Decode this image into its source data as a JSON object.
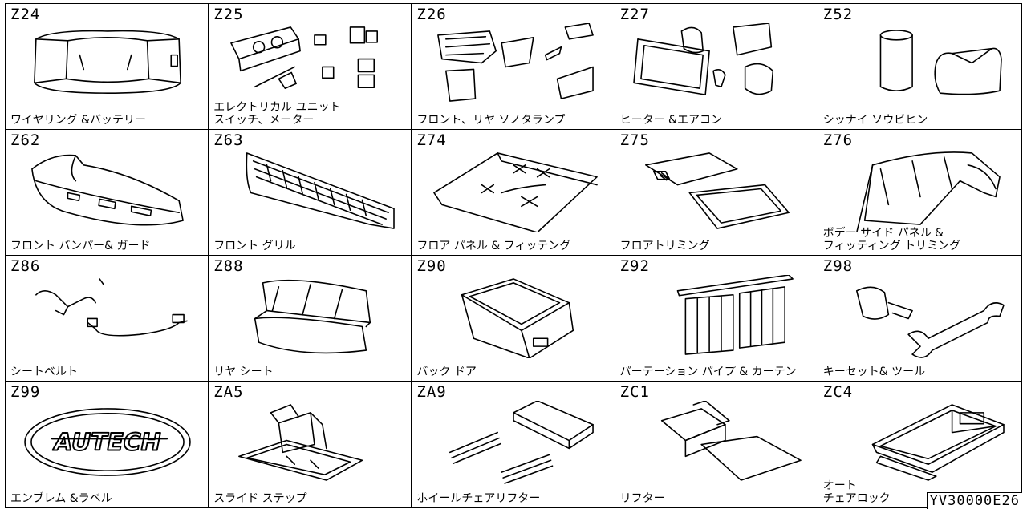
{
  "cells": [
    {
      "code": "Z24",
      "label": "ワイヤリング &バッテリー",
      "icon": "car-wiring-outline-icon"
    },
    {
      "code": "Z25",
      "label": "エレクトリカル ユニット\nスイッチ、メーター",
      "icon": "switches-meter-icon"
    },
    {
      "code": "Z26",
      "label": "フロント、リヤ ソノタランプ",
      "icon": "lamps-icon"
    },
    {
      "code": "Z27",
      "label": "ヒーター &エアコン",
      "icon": "heater-aircon-icon"
    },
    {
      "code": "Z52",
      "label": "シッナイ ソウビヒン",
      "icon": "interior-equipment-icon"
    },
    {
      "code": "Z62",
      "label": "フロント バンパー& ガード",
      "icon": "front-bumper-icon"
    },
    {
      "code": "Z63",
      "label": "フロント グリル",
      "icon": "front-grille-icon"
    },
    {
      "code": "Z74",
      "label": "フロア パネル & フィッテング",
      "icon": "floor-panel-icon"
    },
    {
      "code": "Z75",
      "label": "フロアトリミング",
      "icon": "floor-mat-icon"
    },
    {
      "code": "Z76",
      "label": "ボデー サイド パネル &\nフィッティング トリミング",
      "icon": "body-side-panel-icon"
    },
    {
      "code": "Z86",
      "label": "シートベルト",
      "icon": "seat-belt-icon"
    },
    {
      "code": "Z88",
      "label": "リヤ シート",
      "icon": "rear-seat-icon"
    },
    {
      "code": "Z90",
      "label": "バック ドア",
      "icon": "back-door-icon"
    },
    {
      "code": "Z92",
      "label": "パーテーション パイプ & カーテン",
      "icon": "partition-curtain-icon"
    },
    {
      "code": "Z98",
      "label": "キーセット& ツール",
      "icon": "key-tool-icon"
    },
    {
      "code": "Z99",
      "label": "エンブレム &ラベル",
      "icon": "emblem-icon"
    },
    {
      "code": "ZA5",
      "label": "スライド ステップ",
      "icon": "slide-step-icon"
    },
    {
      "code": "ZA9",
      "label": "ホイールチェアリフター",
      "icon": "wheelchair-lifter-icon"
    },
    {
      "code": "ZC1",
      "label": "リフター",
      "icon": "lifter-icon"
    },
    {
      "code": "ZC4",
      "label": "オート\nチェアロック",
      "icon": "auto-chair-lock-icon"
    }
  ],
  "emblem_text": "AUTECH",
  "footer_code": "YV30000E26"
}
